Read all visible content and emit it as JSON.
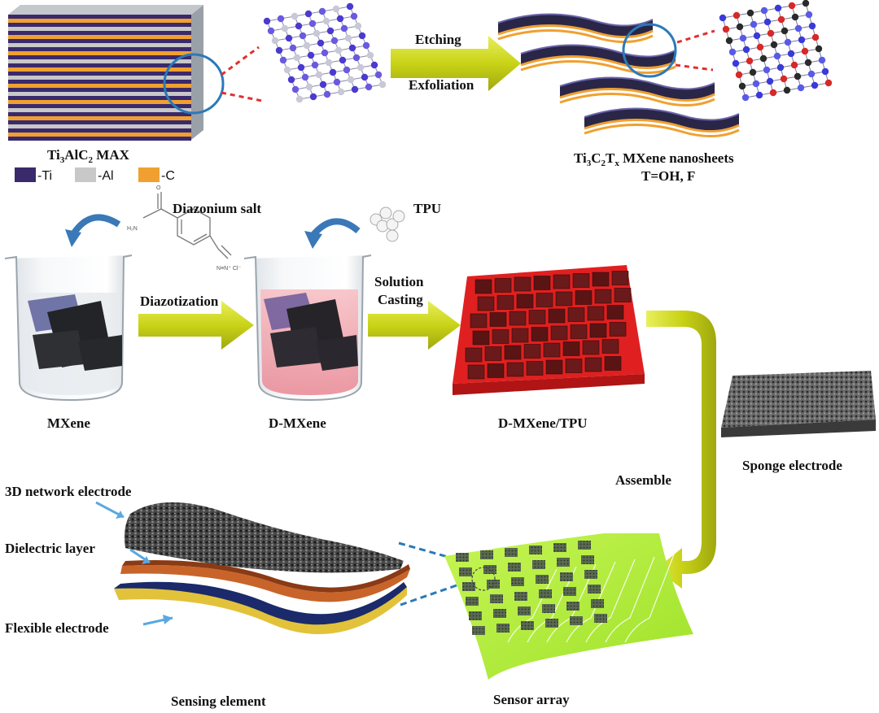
{
  "figure": {
    "max_phase": {
      "label_prefix": "Ti",
      "label_sub1": "3",
      "label_mid": "AlC",
      "label_sub2": "2",
      "label_suffix": " MAX",
      "legend": [
        {
          "text": "-Ti",
          "color": "#3a2a6b"
        },
        {
          "text": "-Al",
          "color": "#c8c8c8"
        },
        {
          "text": "-C",
          "color": "#f0a030"
        }
      ]
    },
    "step_etching": {
      "line1": "Etching",
      "line2": "Exfoliation"
    },
    "mxene_sheets": {
      "label_a": "Ti",
      "label_a_sub": "3",
      "label_b": "C",
      "label_b_sub": "2",
      "label_c": "T",
      "label_c_sub": "x",
      "label_rest": " MXene nanosheets",
      "label_line2": "T=OH, F"
    },
    "reagent_diazonium": "Diazonium salt",
    "reagent_tpu": "TPU",
    "chem_h2n": "H₂N",
    "chem_o": "O",
    "chem_ncl": "N≡N⁺ Cl⁻",
    "step_diazotization": "Diazotization",
    "step_solution_casting": {
      "line1": "Solution",
      "line2": "Casting"
    },
    "beaker_mxene": "MXene",
    "beaker_dmxene": "D-MXene",
    "film_label": "D-MXene/TPU",
    "sponge_label": "Sponge electrode",
    "step_assemble": "Assemble",
    "layers": {
      "top": "3D network electrode",
      "middle": "Dielectric layer",
      "bottom": "Flexible electrode"
    },
    "sensing_label": "Sensing element",
    "array_label": "Sensor array",
    "colors": {
      "arrow_yellow": "#d4dc1e",
      "film_red": "#e02020",
      "solution_pink": "#f0a0a8",
      "sensor_green": "#b8f040",
      "circle_blue": "#2a7ab8",
      "callout_red": "#e03030"
    }
  }
}
